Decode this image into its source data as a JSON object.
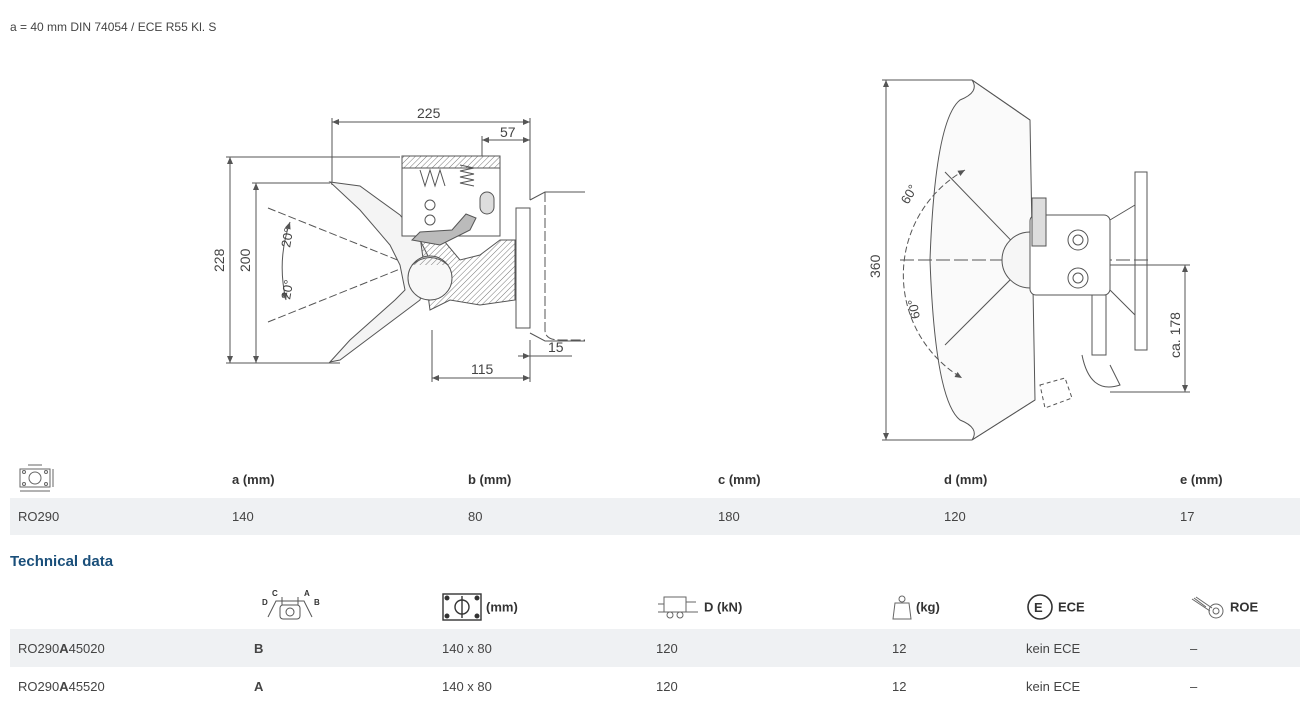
{
  "subtitle": "a = 40 mm DIN 74054 / ECE R55 Kl. S",
  "drawing": {
    "dim_225": "225",
    "dim_57": "57",
    "dim_228": "228",
    "dim_200": "200",
    "angle_20_top": "20°",
    "angle_20_bottom": "20°",
    "dim_15": "15",
    "dim_115": "115",
    "dim_360": "360",
    "angle_60_top": "60°",
    "angle_60_bottom": "60°",
    "dim_ca178": "ca. 178"
  },
  "dims_table": {
    "icon": "flange-dimension-icon",
    "headers": [
      "a (mm)",
      "b (mm)",
      "c (mm)",
      "d (mm)",
      "e (mm)"
    ],
    "rows": [
      {
        "model": "RO290",
        "a": "140",
        "b": "80",
        "c": "180",
        "d": "120",
        "e": "17"
      }
    ]
  },
  "tech_title": "Technical data",
  "tech_table": {
    "icons": [
      "jaw-position-icon",
      "flange-icon",
      "trailer-icon",
      "weight-icon",
      "ece-icon",
      "bolt-icon"
    ],
    "headers": {
      "flange": "(mm)",
      "force": "D (kN)",
      "weight": "(kg)",
      "ece": "ECE",
      "roe": "ROE"
    },
    "rows": [
      {
        "model": "RO290A45020",
        "model_bold": "A",
        "position": "B",
        "flange": "140 x 80",
        "force": "120",
        "weight": "12",
        "ece": "kein ECE",
        "roe": "–"
      },
      {
        "model": "RO290A45520",
        "model_bold": "A",
        "position": "A",
        "flange": "140 x 80",
        "force": "120",
        "weight": "12",
        "ece": "kein ECE",
        "roe": "–"
      }
    ]
  }
}
